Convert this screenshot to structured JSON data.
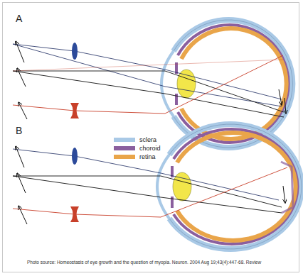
{
  "diagram": {
    "caption": "Photo source: Homeostasis of eye growth and the question of myopia. Neuron. 2004 Aug 19;43(4):447-68. Review",
    "labels": [
      "A",
      "B"
    ],
    "legend": [
      {
        "text": "sclera",
        "color": "#a9c9e6"
      },
      {
        "text": "choroid",
        "color": "#8b5f9e"
      },
      {
        "text": "retina",
        "color": "#e9a54a"
      }
    ]
  }
}
